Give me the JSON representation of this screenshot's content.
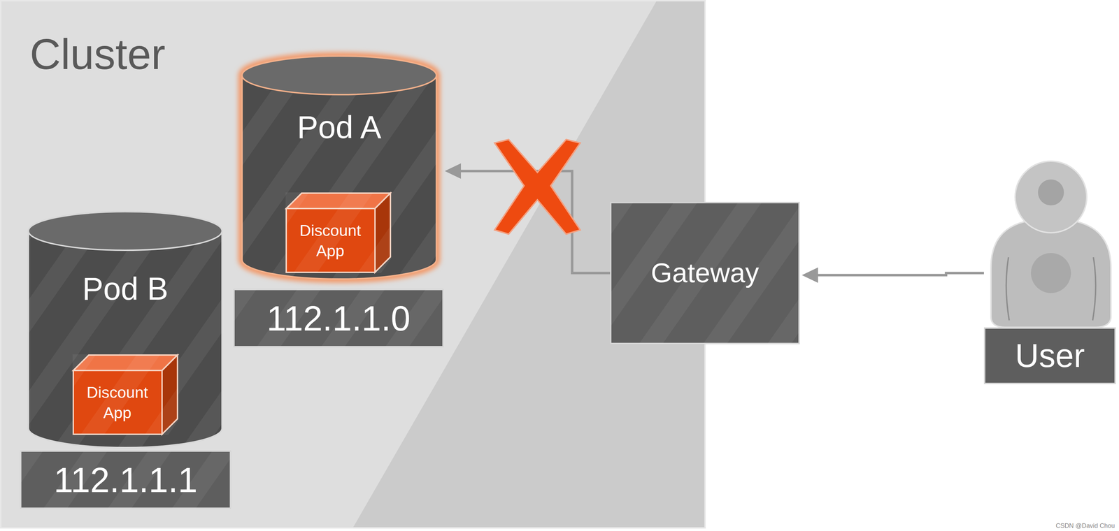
{
  "diagram": {
    "nodes": [
      {
        "text": [
          "Cluster"
        ]
      },
      {
        "text": [
          "Pod A"
        ],
        "in": 0
      },
      {
        "text": [
          "Discount App"
        ],
        "in": 1
      },
      {
        "text": [
          "112.1.1.0"
        ],
        "in": 0
      },
      {
        "text": [
          "Pod B"
        ],
        "in": 0
      },
      {
        "text": [
          "Discount App"
        ],
        "in": 4
      },
      {
        "text": [
          "112.1.1.1"
        ],
        "in": 0
      },
      {
        "text": [
          "Gateway"
        ]
      },
      {
        "text": [
          "User"
        ]
      }
    ],
    "edges": [
      {
        "from": 8,
        "to": 7,
        "arrow": "to"
      },
      {
        "from": 7,
        "to": 1,
        "arrow": "to"
      }
    ],
    "labels": [
      "CSDN @David Chou"
    ]
  }
}
